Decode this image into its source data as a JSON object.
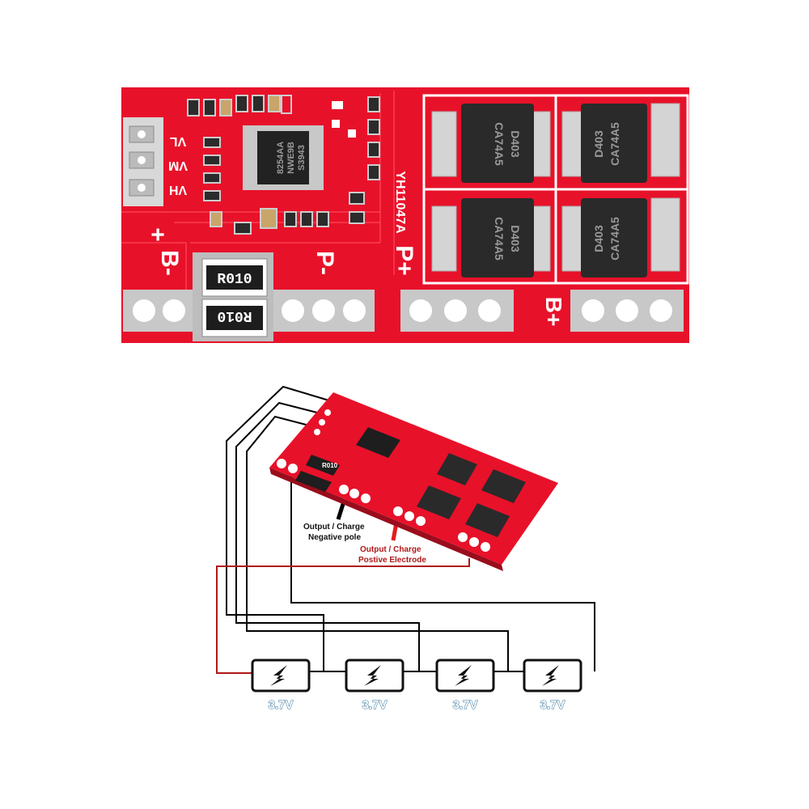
{
  "board": {
    "labels": {
      "b_minus": "B-",
      "p_minus": "P-",
      "p_plus": "P+",
      "b_plus": "B+",
      "plus_sign": "+",
      "vl": "VL",
      "vm": "VM",
      "vh": "VH",
      "model": "YH11047A"
    },
    "ic": {
      "line1": "8254AA",
      "line2": "NWE9B",
      "line3": "S3943"
    },
    "resistors": [
      "R010",
      "R010"
    ],
    "mosfets": [
      {
        "line1": "D403",
        "line2": "CA74A5"
      },
      {
        "line1": "D403",
        "line2": "CA74A5"
      },
      {
        "line1": "D403",
        "line2": "CA74A5"
      },
      {
        "line1": "D403",
        "line2": "CA74A5"
      }
    ]
  },
  "diagram": {
    "negative_label_line1": "Output / Charge",
    "negative_label_line2": "Negative pole",
    "positive_label_line1": "Output / Charge",
    "positive_label_line2": "Postive Electrode",
    "cells": [
      "3.7V",
      "3.7V",
      "3.7V",
      "3.7V"
    ],
    "resistor_small": "R010",
    "colors": {
      "pcb": "#e8112a",
      "negative_wire": "#000000",
      "positive_wire": "#b01818",
      "cell_icon": "#111111"
    }
  }
}
